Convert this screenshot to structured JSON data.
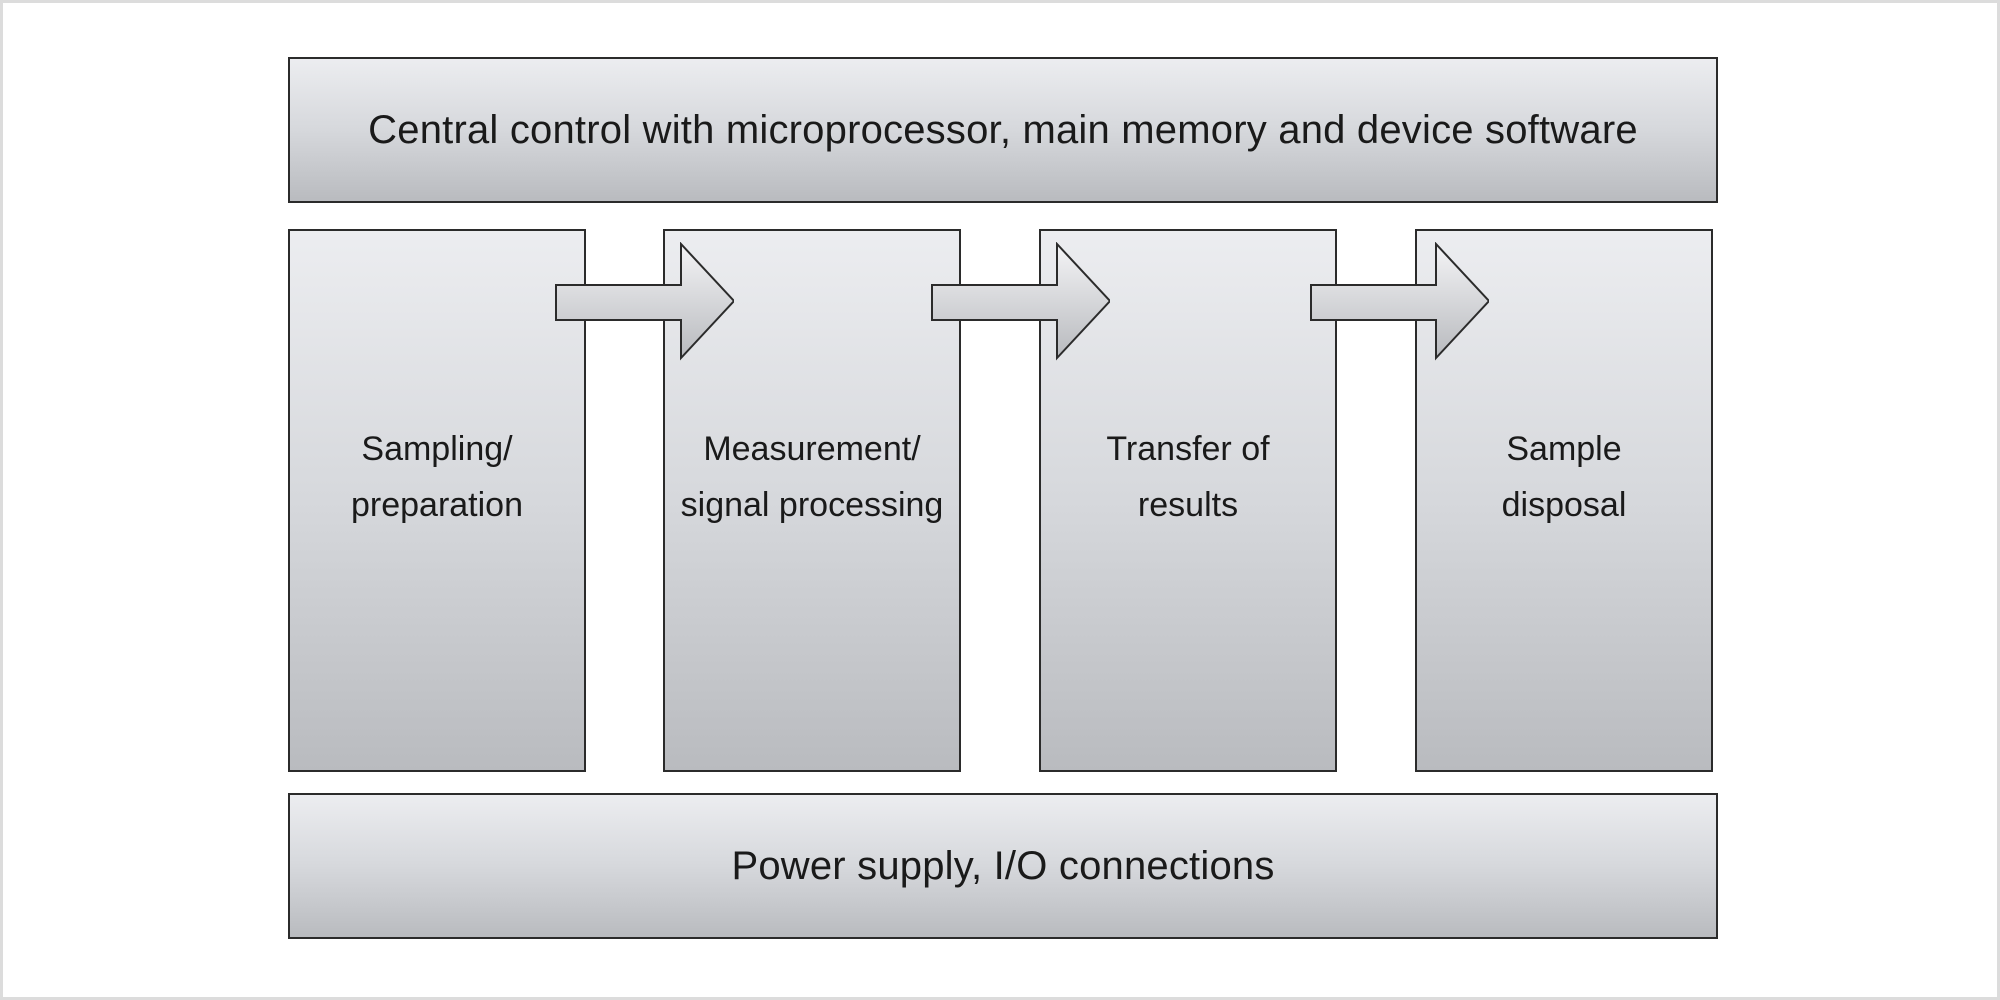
{
  "diagram": {
    "top_box": "Central control with microprocessor, main memory and device software",
    "stages": [
      {
        "line1": "Sampling/",
        "line2": "preparation"
      },
      {
        "line1": "Measurement/",
        "line2": "signal processing"
      },
      {
        "line1": "Transfer of",
        "line2": "results"
      },
      {
        "line1": "Sample",
        "line2": "disposal"
      }
    ],
    "bottom_box": "Power supply, I/O connections",
    "colors": {
      "box_top": "#ecedf0",
      "box_bottom": "#b9bbbf",
      "border": "#2b2b2b",
      "text": "#1a1a1a"
    }
  }
}
